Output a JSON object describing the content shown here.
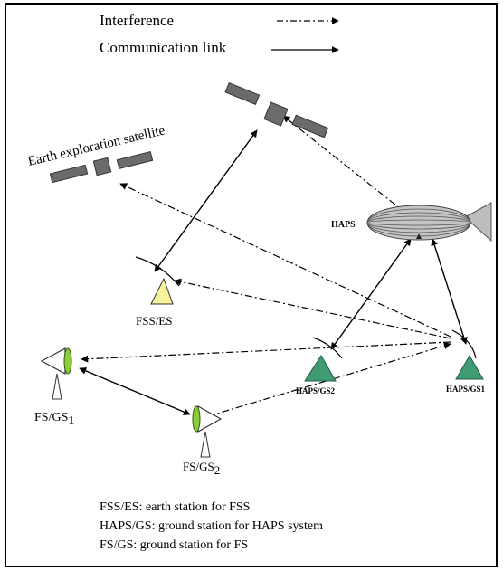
{
  "legend": {
    "interference_label": "Interference",
    "communication_label": "Communication link"
  },
  "labels": {
    "earth_exploration_satellite": "Earth exploration satellite",
    "haps": "HAPS",
    "fss_es": "FSS/ES",
    "haps_gs2": "HAPS/GS2",
    "haps_gs1": "HAPS/GS1",
    "fs_gs1_base": "FS/GS",
    "fs_gs1_sub": "1",
    "fs_gs2_base": "FS/GS",
    "fs_gs2_sub": "2"
  },
  "notes": [
    "FSS/ES: earth station for FSS",
    "HAPS/GS: ground station for HAPS system",
    "FS/GS: ground station for FS"
  ],
  "colors": {
    "satellite_panel": "#6b6b6b",
    "haps_body": "#bdbdbd",
    "fss_es_station": "#f7f19a",
    "haps_station": "#3e9b72",
    "fs_dish": "#8ccc3a",
    "frame": "#000000"
  }
}
